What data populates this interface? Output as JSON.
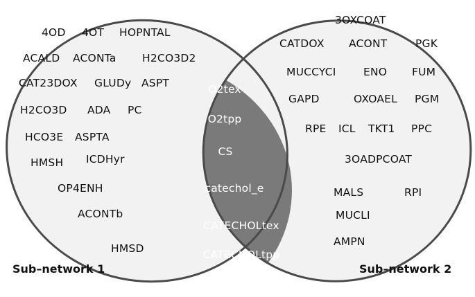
{
  "colors": {
    "set_fill": "#f2f2f2",
    "set_stroke": "#4a4a4a",
    "intersection_fill": "#7a7a7a",
    "outer_text": "#111111",
    "inner_text": "#ffffff"
  },
  "sets": {
    "left_title": "Sub–network 1",
    "right_title": "Sub–network 2"
  },
  "left_only": [
    "4OD",
    "4OT",
    "HOPNTAL",
    "ACALD",
    "ACONTa",
    "H2CO3D2",
    "CAT23DOX",
    "GLUDy",
    "ASPT",
    "H2CO3D",
    "ADA",
    "PC",
    "HCO3E",
    "ASPTA",
    "HMSH",
    "ICDHyr",
    "OP4ENH",
    "ACONTb",
    "HMSD"
  ],
  "intersection": [
    "O2tex",
    "O2tpp",
    "CS",
    "catechol_e",
    "CATECHOLtex",
    "CATECHOLtpp"
  ],
  "right_only": [
    "3OXCOAT",
    "CATDOX",
    "ACONT",
    "PGK",
    "MUCCYCI",
    "ENO",
    "FUM",
    "GAPD",
    "OXOAEL",
    "PGM",
    "RPE",
    "ICL",
    "TKT1",
    "PPC",
    "3OADPCOAT",
    "MALS",
    "RPI",
    "MUCLI",
    "AMPN"
  ]
}
